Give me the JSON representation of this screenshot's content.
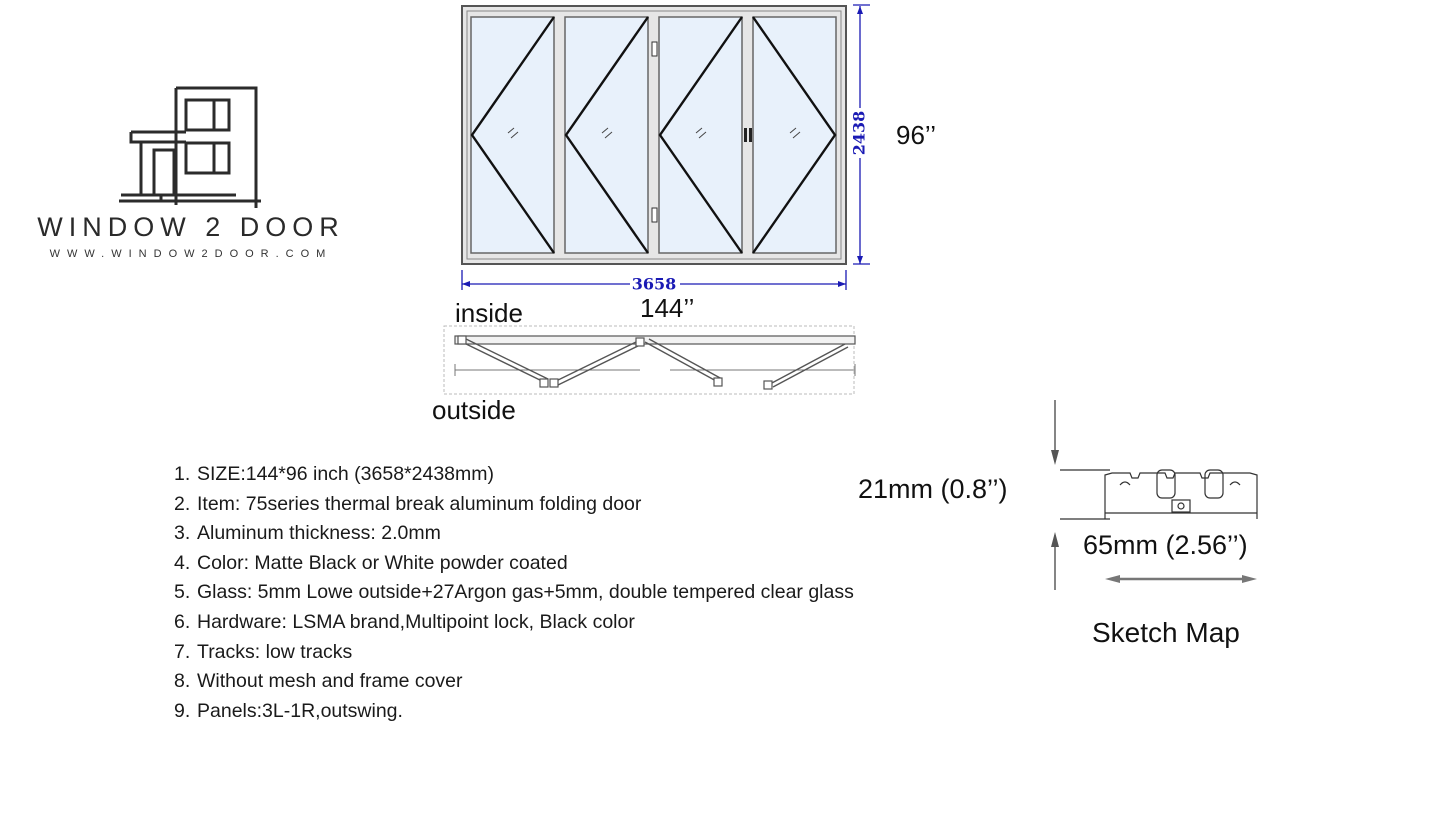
{
  "brand": {
    "name": "WINDOW 2 DOOR",
    "url": "WWW.WINDOW2DOOR.COM"
  },
  "drawing": {
    "height_mm": "2438",
    "width_mm": "3658",
    "height_in": "96’’",
    "width_in": "144’’",
    "inside_label": "inside",
    "outside_label": "outside",
    "dimension_color": "#1a1ab4"
  },
  "specs": [
    {
      "num": "1.",
      "text": "SIZE:144*96 inch (3658*2438mm)"
    },
    {
      "num": "2.",
      "text": "Item: 75series thermal break aluminum folding door"
    },
    {
      "num": "3.",
      "text": "Aluminum thickness: 2.0mm"
    },
    {
      "num": "4.",
      "text": "Color:  Matte Black or White powder coated"
    },
    {
      "num": "5.",
      "text": "Glass: 5mm Lowe outside+27Argon gas+5mm, double tempered clear glass"
    },
    {
      "num": "6.",
      "text": "Hardware: LSMA brand,Multipoint lock, Black color"
    },
    {
      "num": "7.",
      "text": "Tracks: low tracks"
    },
    {
      "num": "8.",
      "text": "Without mesh and frame cover"
    },
    {
      "num": "9.",
      "text": "Panels:3L-1R,outswing."
    }
  ],
  "profile": {
    "height_label": "21mm (0.8’’)",
    "width_label": "65mm (2.56’’)",
    "caption": "Sketch Map"
  }
}
